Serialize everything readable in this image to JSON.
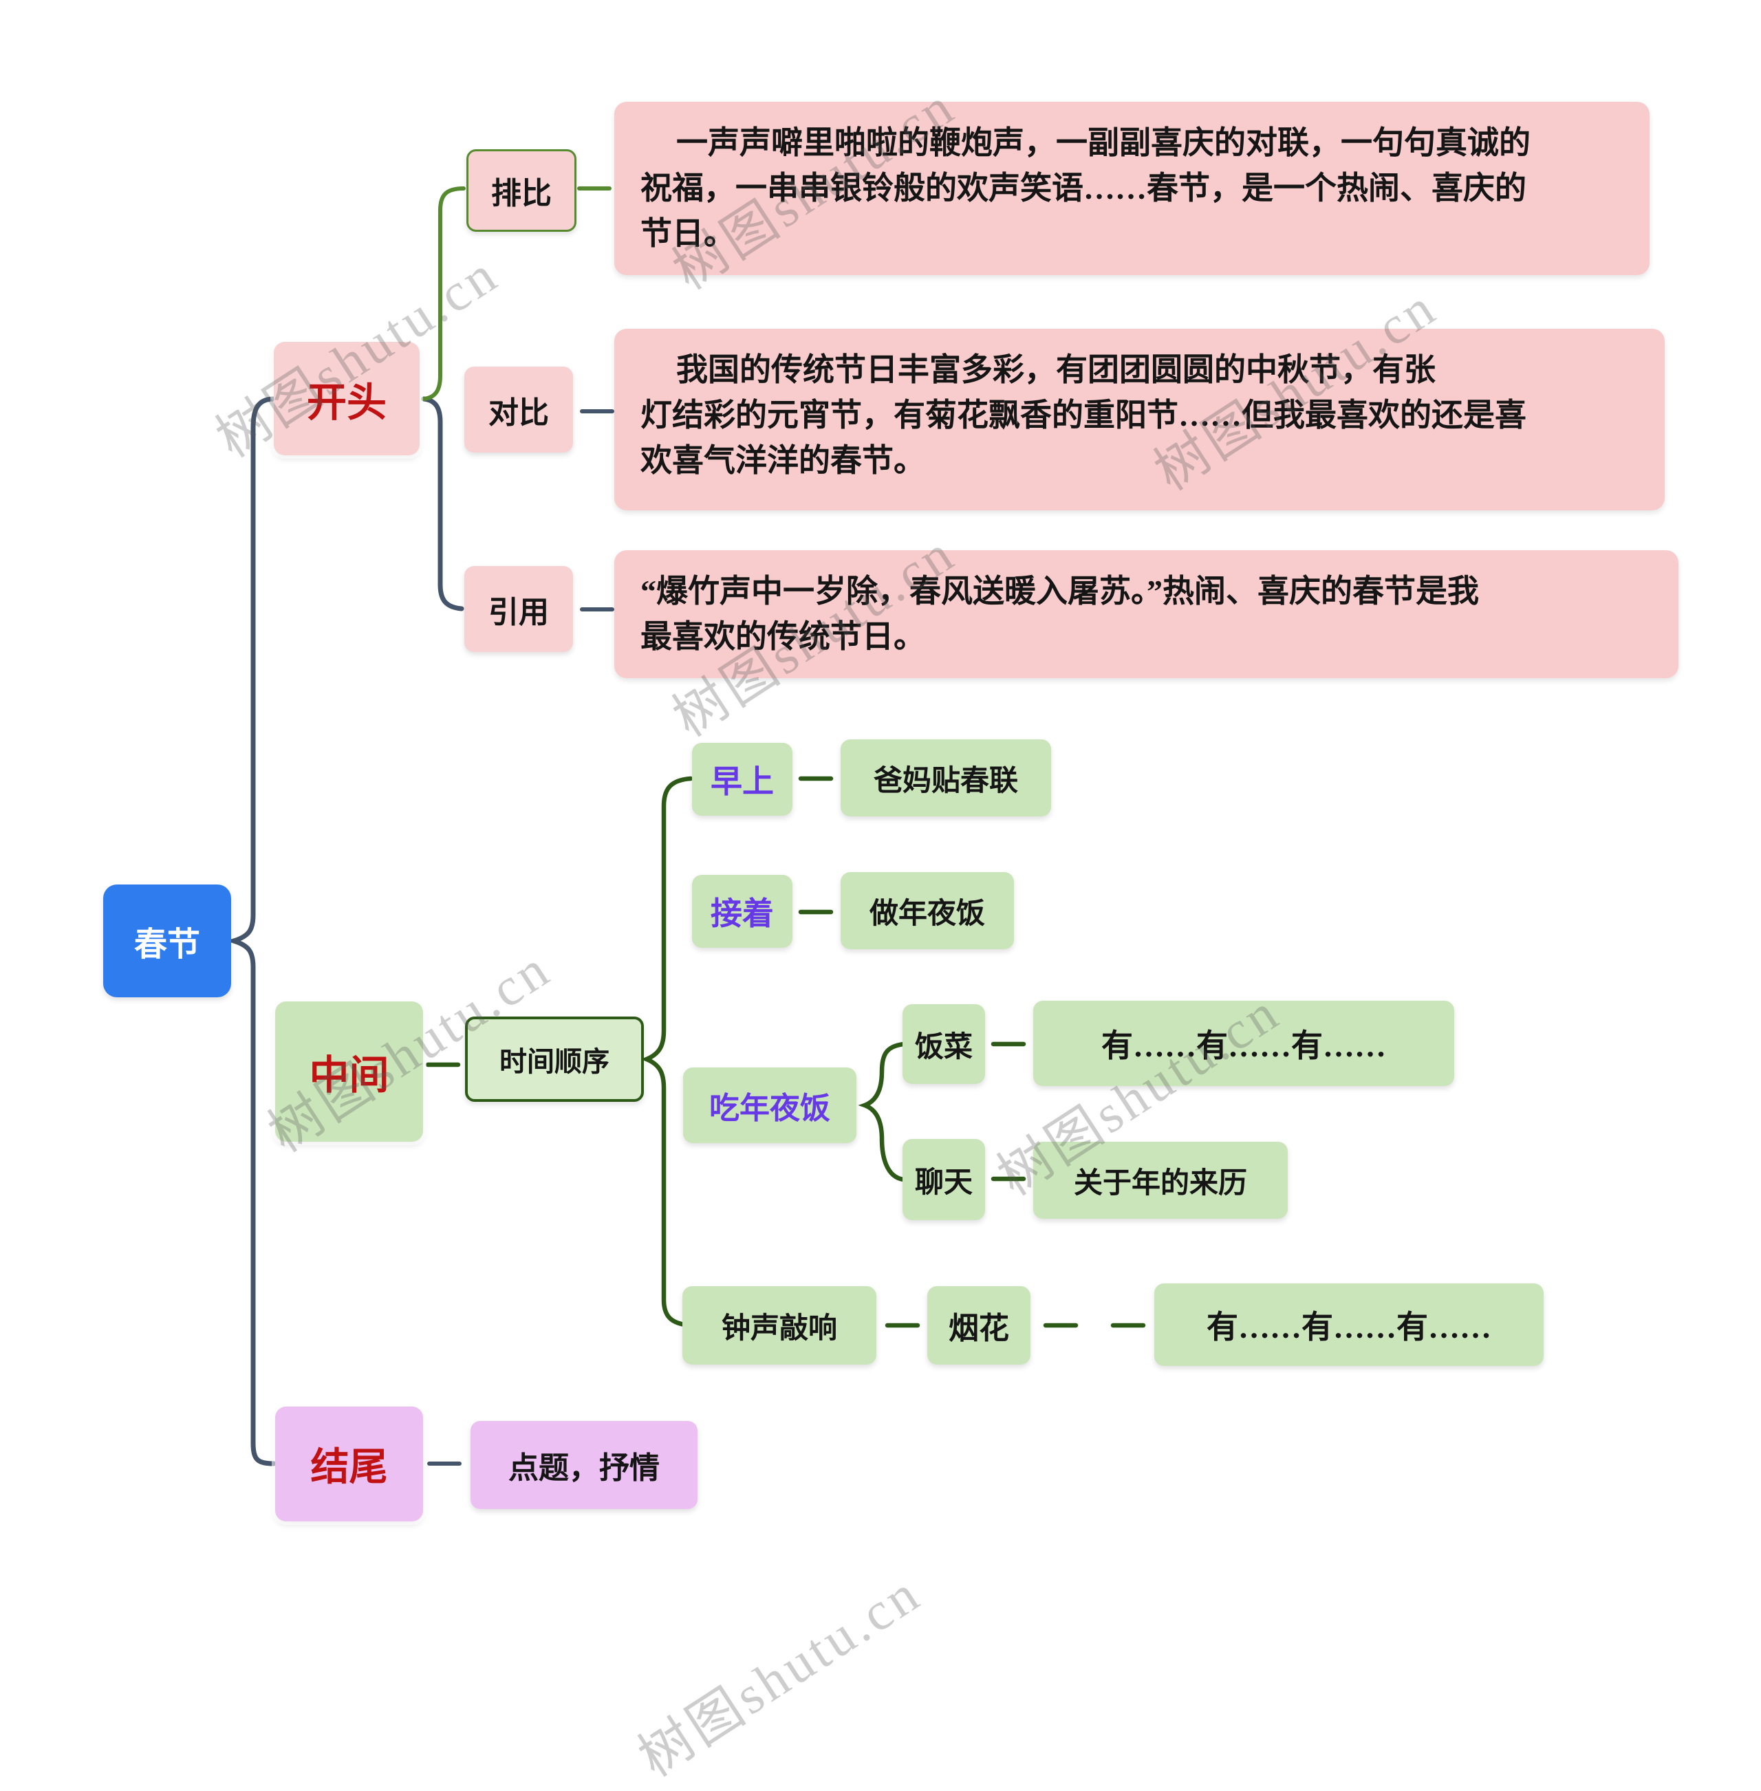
{
  "root": {
    "label": "春节"
  },
  "branches": [
    {
      "label": "开头",
      "children": [
        {
          "label": "排比",
          "content_lines": [
            "一声声噼里啪啦的鞭炮声，一副副喜庆的对联，一句句真诚的",
            "祝福，一串串银铃般的欢声笑语……春节，是一个热闹、喜庆的",
            "节日。"
          ]
        },
        {
          "label": "对比",
          "content_lines": [
            "我国的传统节日丰富多彩，有团团圆圆的中秋节，有张",
            "灯结彩的元宵节，有菊花飘香的重阳节……但我最喜欢的还是喜",
            "欢喜气洋洋的春节。"
          ]
        },
        {
          "label": "引用",
          "content_lines": [
            "“爆竹声中一岁除，春风送暖入屠苏。”热闹、喜庆的春节是我",
            "最喜欢的传统节日。"
          ]
        }
      ]
    },
    {
      "label": "中间",
      "method": {
        "label": "时间顺序"
      },
      "timeline": [
        {
          "label": "早上",
          "content": "爸妈贴春联"
        },
        {
          "label": "接着",
          "content": "做年夜饭"
        },
        {
          "label": "吃年夜饭",
          "children": [
            {
              "label": "饭菜",
              "content": "有……有……有……"
            },
            {
              "label": "聊天",
              "content": "关于年的来历"
            }
          ]
        },
        {
          "label": "钟声敲响",
          "child": {
            "label": "烟花",
            "content": "有……有……有……"
          }
        }
      ]
    },
    {
      "label": "结尾",
      "content": "点题，抒情"
    }
  ],
  "watermark": {
    "text": "树图shutu.cn"
  },
  "colors": {
    "root_blue": "#2e7cee",
    "node_pink": "#f8d2d2",
    "node_green": "#cbe5bb",
    "node_violet": "#ecc0f2",
    "red_text": "#c01212",
    "purple_text": "#6638e6",
    "line_navy": "#44546a",
    "line_green": "#568a2e",
    "line_dark_green": "#2d5a16"
  }
}
